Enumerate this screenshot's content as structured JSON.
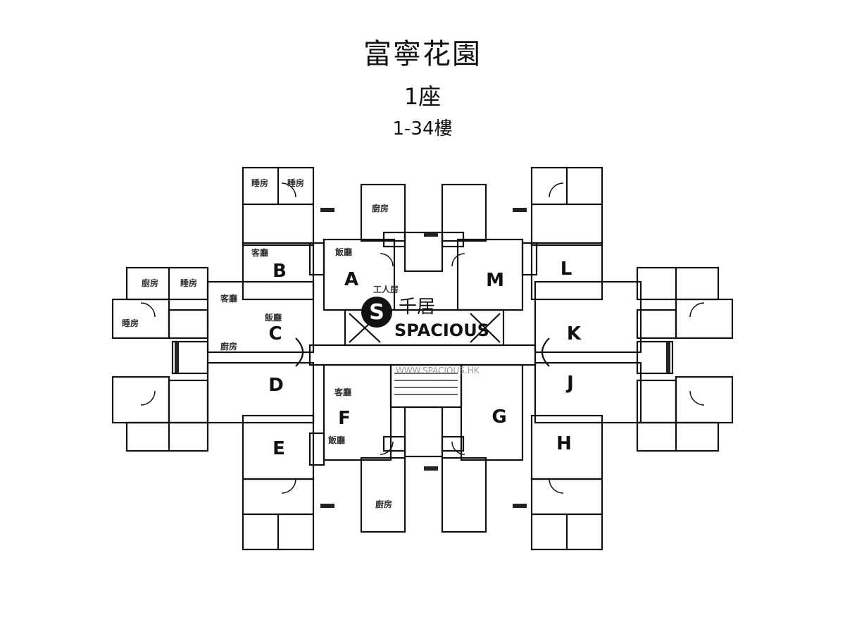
{
  "header": {
    "estate_name": "富寧花園",
    "block": "1座",
    "floors": "1-34樓"
  },
  "units": [
    "A",
    "B",
    "C",
    "D",
    "E",
    "F",
    "G",
    "H",
    "J",
    "K",
    "L",
    "M"
  ],
  "room_labels": {
    "study": "睡房",
    "bedroom": "睡房",
    "kitchen": "廚房",
    "living": "客廳",
    "dining": "飯廳",
    "utility": "工人房"
  },
  "watermark": {
    "cn": "千居",
    "en": "SPACIOUS",
    "sub": "WWW.SPACIOUS.HK",
    "s": "S"
  },
  "colors": {
    "line": "#111111",
    "background": "#ffffff",
    "watermark_sub": "#999999"
  }
}
